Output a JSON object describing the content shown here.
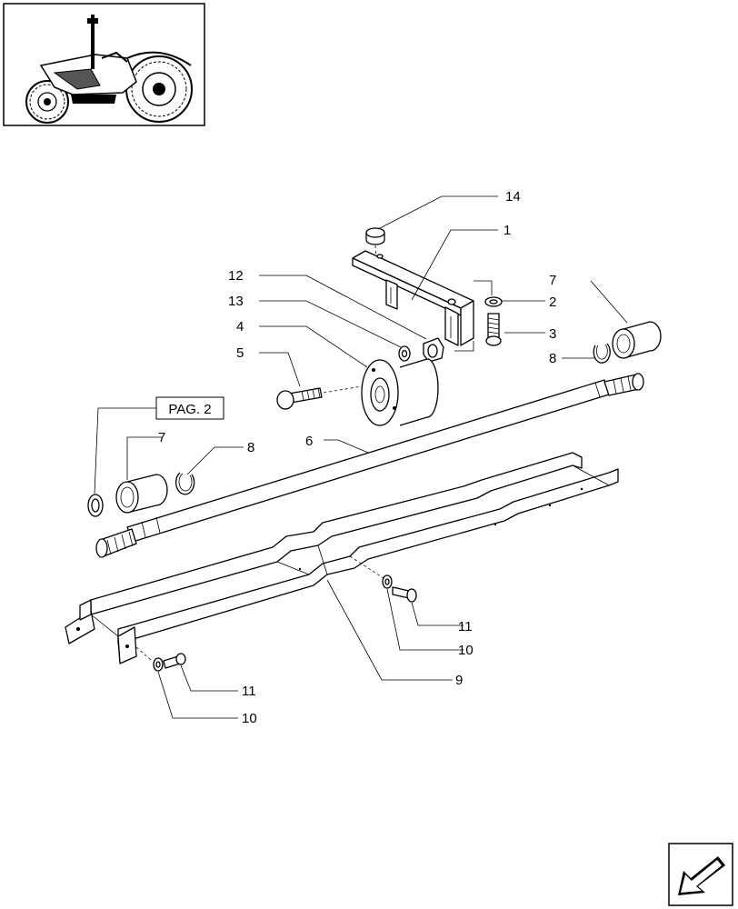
{
  "diagram": {
    "reference_box": "PAG. 2",
    "callouts": [
      {
        "id": "c14",
        "text": "14"
      },
      {
        "id": "c1",
        "text": "1"
      },
      {
        "id": "c12",
        "text": "12"
      },
      {
        "id": "c13",
        "text": "13"
      },
      {
        "id": "c4",
        "text": "4"
      },
      {
        "id": "c5",
        "text": "5"
      },
      {
        "id": "c7a",
        "text": "7"
      },
      {
        "id": "c2",
        "text": "2"
      },
      {
        "id": "c3",
        "text": "3"
      },
      {
        "id": "c8a",
        "text": "8"
      },
      {
        "id": "c6",
        "text": "6"
      },
      {
        "id": "c7b",
        "text": "7"
      },
      {
        "id": "c8b",
        "text": "8"
      },
      {
        "id": "c11a",
        "text": "11"
      },
      {
        "id": "c10a",
        "text": "10"
      },
      {
        "id": "c9",
        "text": "9"
      },
      {
        "id": "c11b",
        "text": "11"
      },
      {
        "id": "c10b",
        "text": "10"
      }
    ]
  },
  "icons": {
    "thumbnail": "tractor-thumbnail-icon",
    "navigation": "next-page-arrow-icon"
  }
}
